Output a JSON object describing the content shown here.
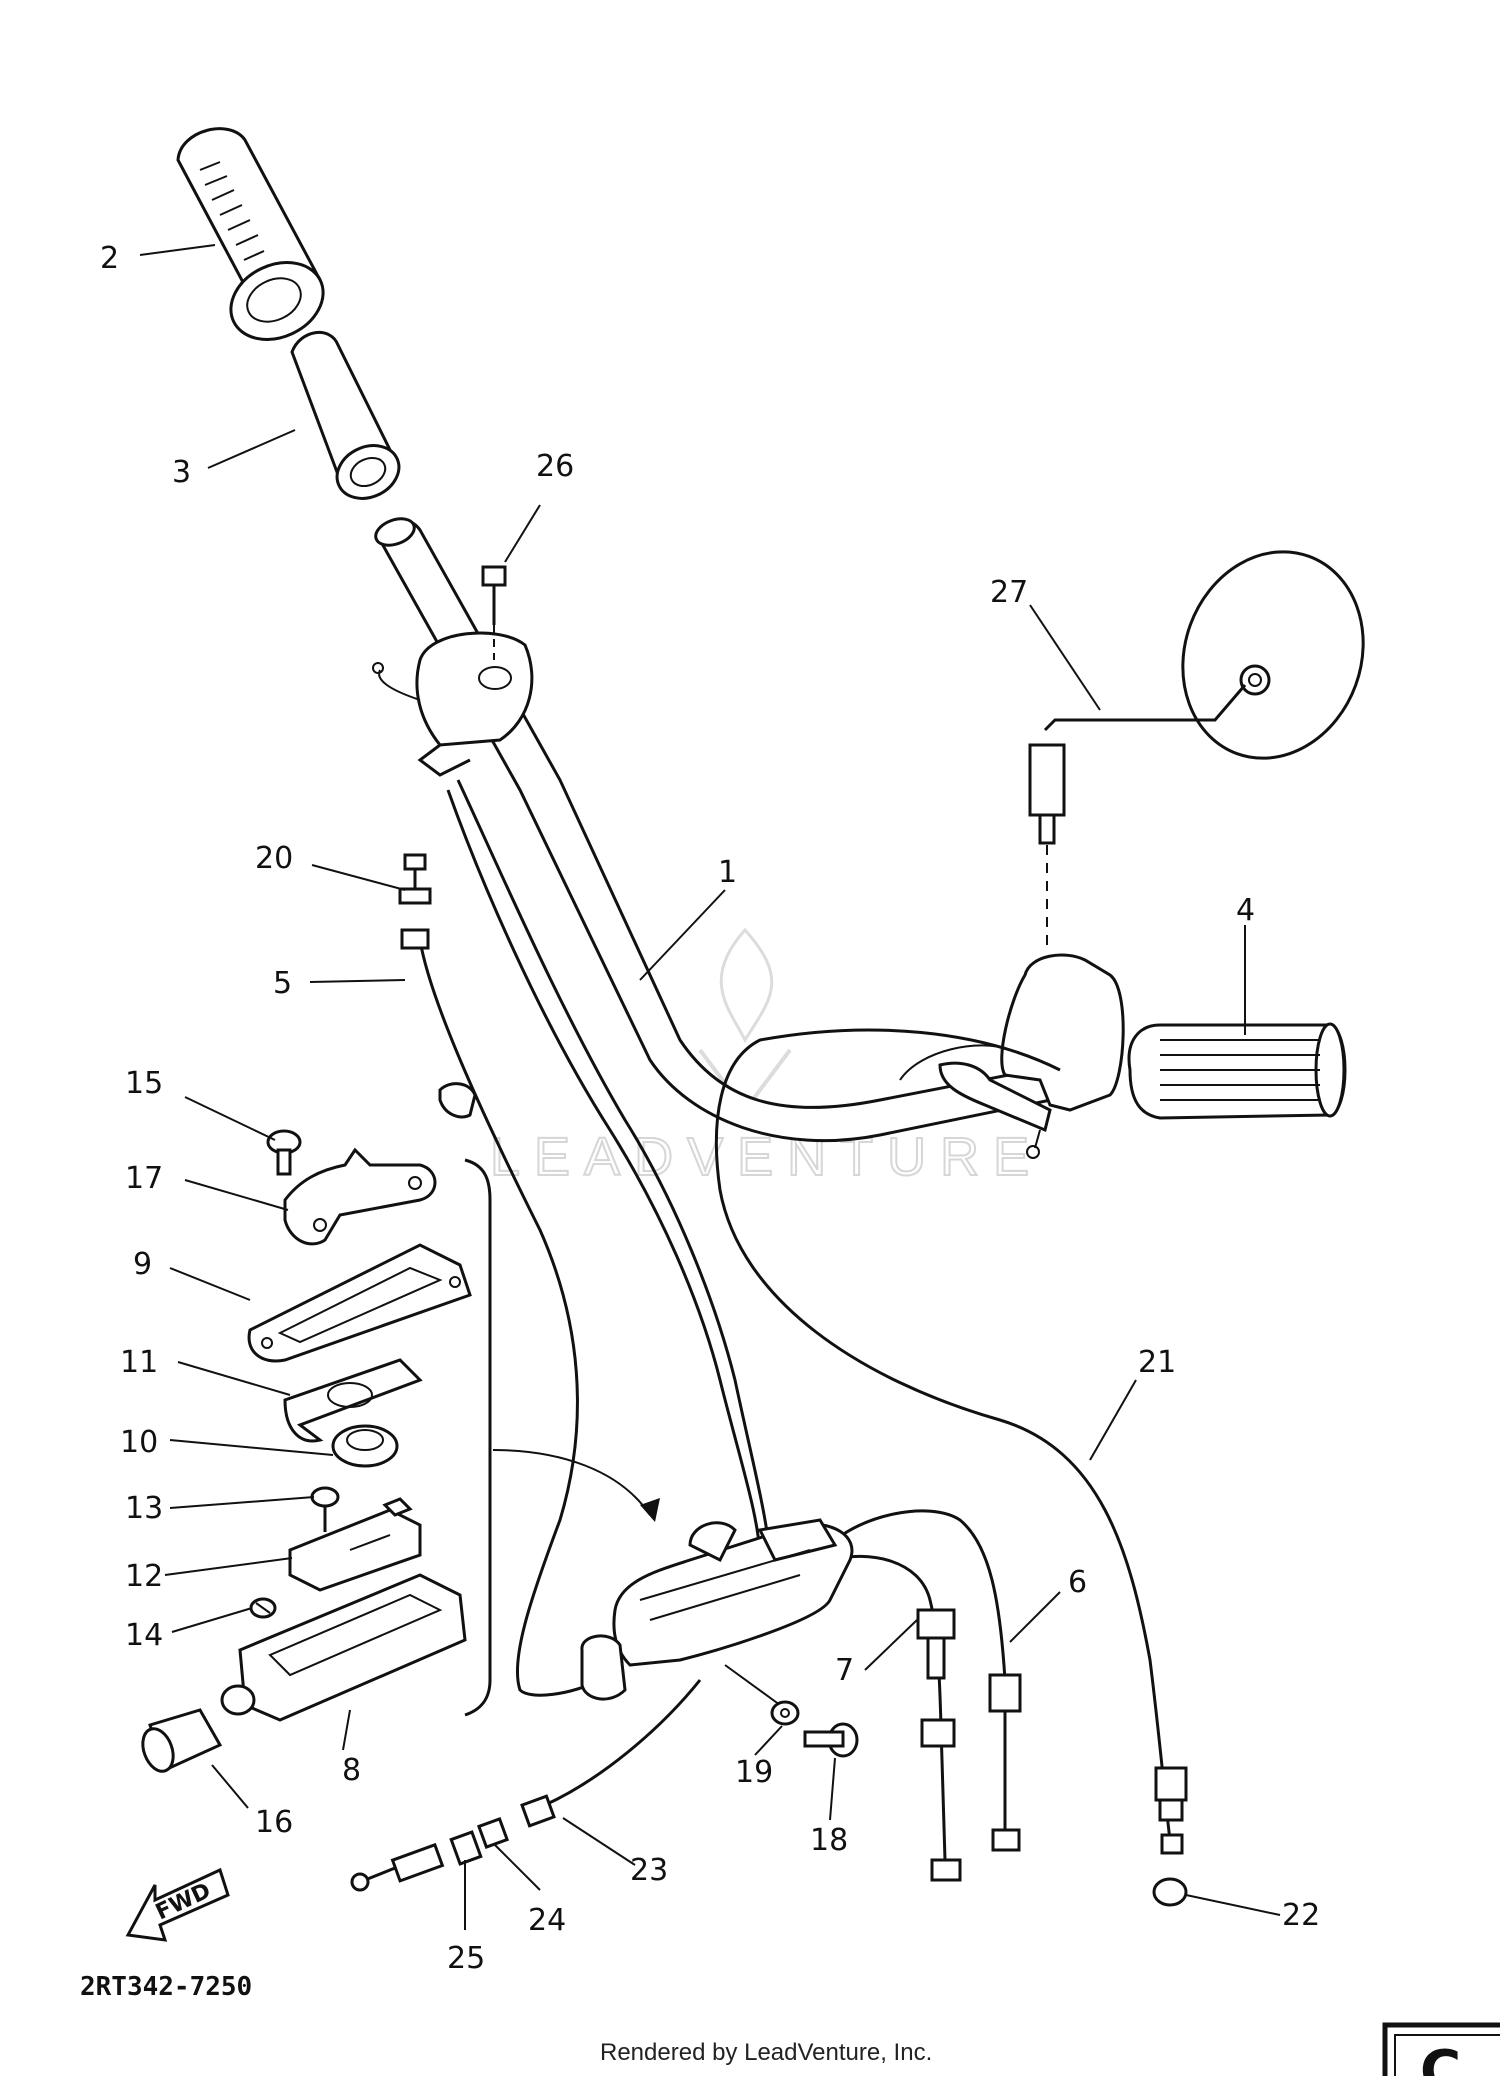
{
  "callouts": [
    {
      "id": "1",
      "label": "1"
    },
    {
      "id": "2",
      "label": "2"
    },
    {
      "id": "3",
      "label": "3"
    },
    {
      "id": "4",
      "label": "4"
    },
    {
      "id": "5",
      "label": "5"
    },
    {
      "id": "6",
      "label": "6"
    },
    {
      "id": "7",
      "label": "7"
    },
    {
      "id": "8",
      "label": "8"
    },
    {
      "id": "9",
      "label": "9"
    },
    {
      "id": "10",
      "label": "10"
    },
    {
      "id": "11",
      "label": "11"
    },
    {
      "id": "12",
      "label": "12"
    },
    {
      "id": "13",
      "label": "13"
    },
    {
      "id": "14",
      "label": "14"
    },
    {
      "id": "15",
      "label": "15"
    },
    {
      "id": "16",
      "label": "16"
    },
    {
      "id": "17",
      "label": "17"
    },
    {
      "id": "18",
      "label": "18"
    },
    {
      "id": "19",
      "label": "19"
    },
    {
      "id": "20",
      "label": "20"
    },
    {
      "id": "21",
      "label": "21"
    },
    {
      "id": "22",
      "label": "22"
    },
    {
      "id": "23",
      "label": "23"
    },
    {
      "id": "24",
      "label": "24"
    },
    {
      "id": "25",
      "label": "25"
    },
    {
      "id": "26",
      "label": "26"
    },
    {
      "id": "27",
      "label": "27"
    }
  ],
  "diagram_code": "2RT342-7250",
  "fwd_label": "FWD",
  "credit": "Rendered by LeadVenture, Inc.",
  "watermark": "LEADVENTURE",
  "corner_tab": "C"
}
